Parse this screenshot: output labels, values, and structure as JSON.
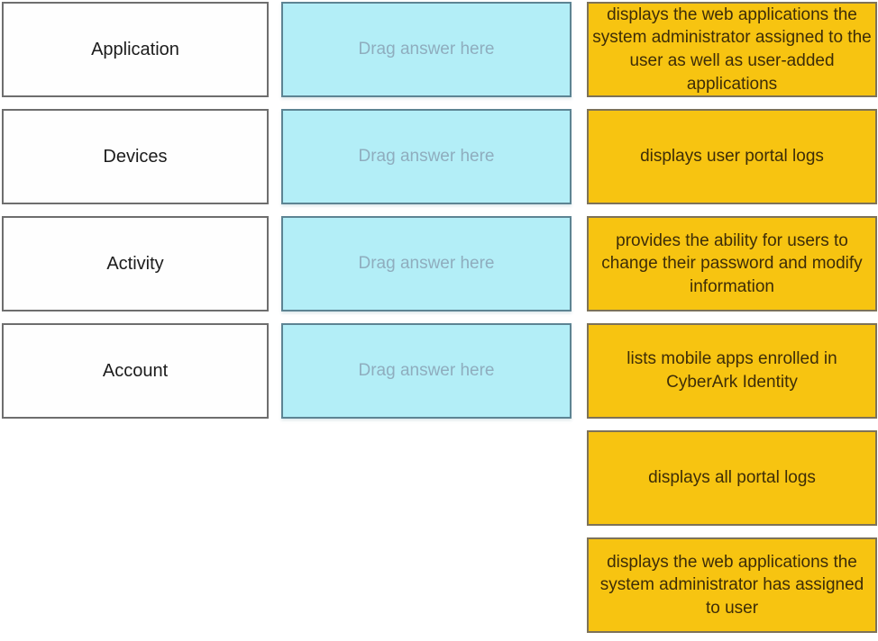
{
  "question": {
    "type": "drag-and-drop-matching",
    "drag_placeholder": "Drag answer here"
  },
  "terms": [
    {
      "label": "Application"
    },
    {
      "label": "Devices"
    },
    {
      "label": "Activity"
    },
    {
      "label": "Account"
    }
  ],
  "answers": [
    "displays the web applications the system administrator assigned to the user as well as user-added applications",
    "displays user portal logs",
    "provides the ability for users to change their password and modify information",
    "lists mobile apps enrolled in CyberArk Identity",
    "displays all portal logs",
    "displays the web applications the system administrator has assigned to user"
  ],
  "colors": {
    "term_fill": "#fefefe",
    "term_border": "#6e6e6e",
    "drop_zone_fill": "#b3eef7",
    "drop_zone_border": "#5d8493",
    "drop_placeholder_text": "#8fadbe",
    "answer_fill": "#f7c411",
    "answer_border": "#7d7258",
    "answer_text": "#3e2d08"
  }
}
